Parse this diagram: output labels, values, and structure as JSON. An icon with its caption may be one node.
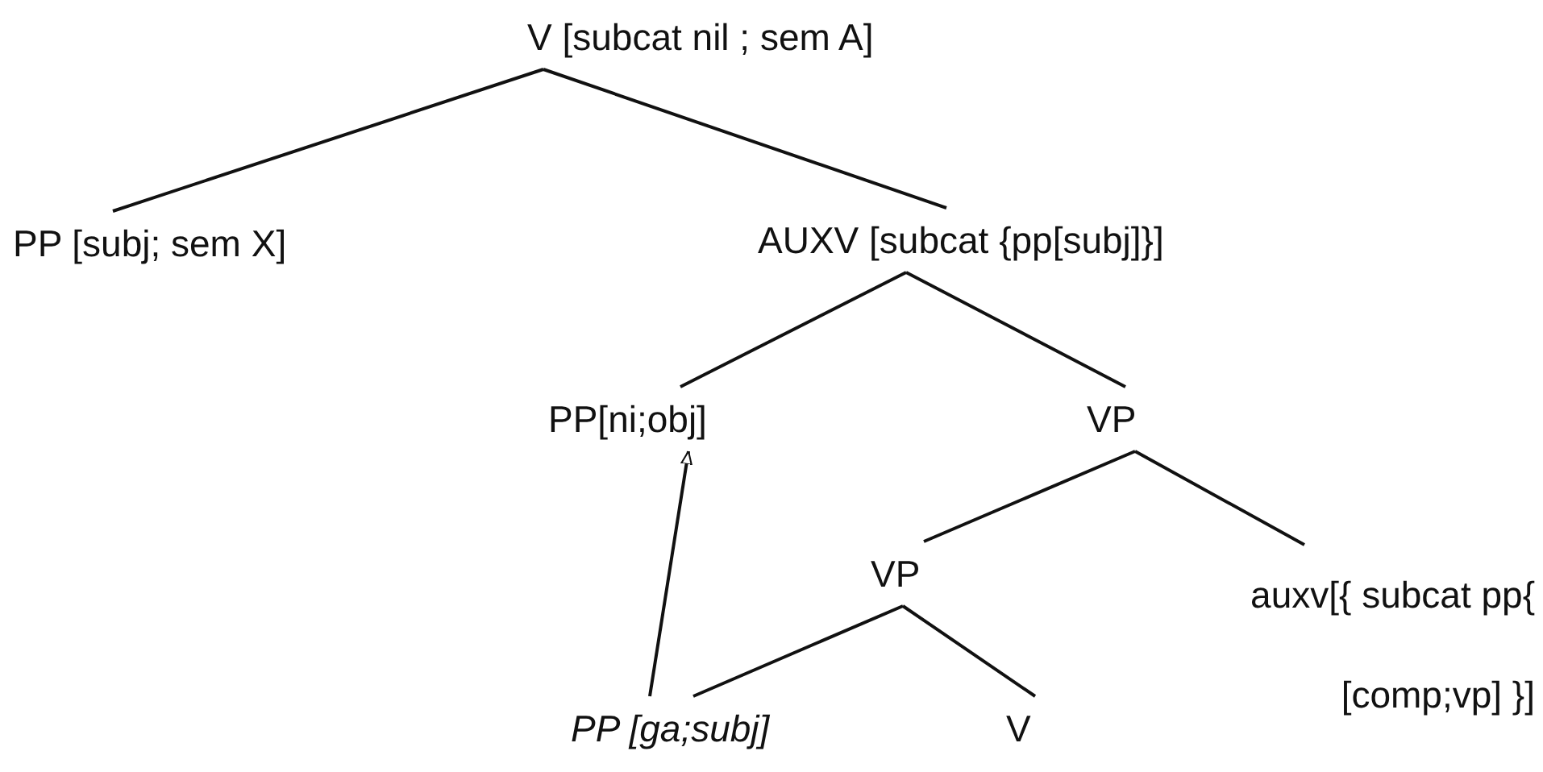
{
  "diagram": {
    "nodes": [
      {
        "text": [
          "V [subcat nil ; sem  A]"
        ]
      },
      {
        "text": [
          "PP [subj; sem X]"
        ]
      },
      {
        "text": [
          "AUXV [subcat {pp[subj]}]"
        ]
      },
      {
        "text": [
          "PP[ni;obj]"
        ]
      },
      {
        "text": [
          "VP"
        ]
      },
      {
        "text": [
          "VP"
        ]
      },
      {
        "text": [
          "auxv[{ subcat pp{ [comp;vp] }]"
        ]
      },
      {
        "text": [
          "PP [ga;subj]"
        ]
      },
      {
        "text": [
          "V"
        ]
      }
    ],
    "edges": [
      {
        "from": 0,
        "to": 1,
        "arrow": "none"
      },
      {
        "from": 0,
        "to": 2,
        "arrow": "none"
      },
      {
        "from": 2,
        "to": 3,
        "arrow": "none"
      },
      {
        "from": 2,
        "to": 4,
        "arrow": "none"
      },
      {
        "from": 4,
        "to": 5,
        "arrow": "none"
      },
      {
        "from": 4,
        "to": 6,
        "arrow": "none"
      },
      {
        "from": 5,
        "to": 7,
        "arrow": "none"
      },
      {
        "from": 5,
        "to": 8,
        "arrow": "none"
      },
      {
        "from": 7,
        "to": 3,
        "arrow": "to"
      }
    ]
  }
}
